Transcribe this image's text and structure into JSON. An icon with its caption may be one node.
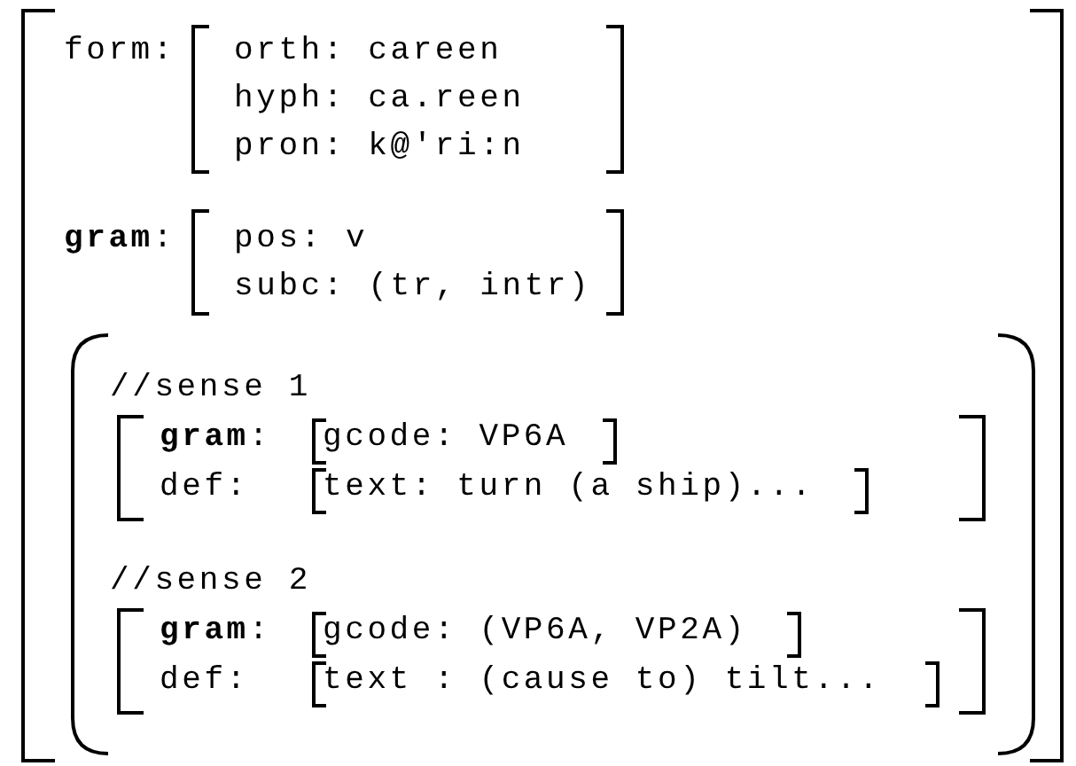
{
  "diagram": {
    "nodes": [
      {
        "text": [],
        "shape": "bracket"
      },
      {
        "text": [
          "form:",
          "orth: careen",
          "hyph: ca.reen",
          "pron: k@'ri:n"
        ],
        "in": 0
      },
      {
        "text": [
          "**gram**:",
          "pos: v",
          "subc: (tr, intr)"
        ],
        "in": 0
      },
      {
        "text": [],
        "shape": "parenthesis",
        "in": 0
      },
      {
        "text": [
          "//sense 1"
        ],
        "in": 3
      },
      {
        "text": [
          "**gram**:",
          "gcode: VP6A"
        ],
        "in": 4
      },
      {
        "text": [
          "def:",
          "text: turn (a ship)..."
        ],
        "in": 4
      },
      {
        "text": [
          "//sense 2"
        ],
        "in": 3
      },
      {
        "text": [
          "**gram**:",
          "gcode: (VP6A, VP2A)"
        ],
        "in": 7
      },
      {
        "text": [
          "def:",
          "text : (cause to) tilt..."
        ],
        "in": 7
      }
    ]
  }
}
